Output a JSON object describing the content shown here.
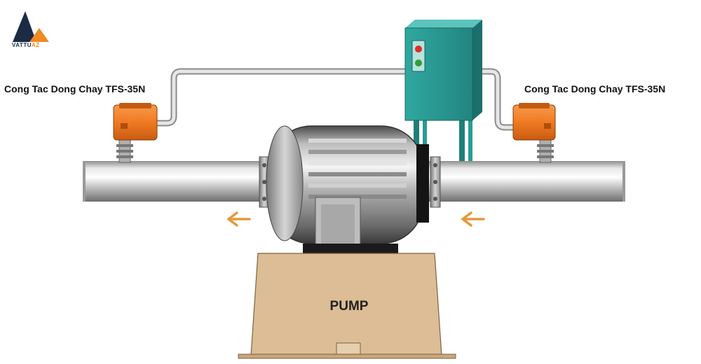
{
  "brand": {
    "name_main": "VATTU",
    "name_accent": "AZ",
    "colors": {
      "dark": "#1c2b45",
      "accent": "#f08a24"
    }
  },
  "labels": {
    "left_switch": "Cong Tac Dong Chay TFS-35N",
    "right_switch": "Cong Tac Dong Chay TFS-35N",
    "pump": "PUMP"
  },
  "icons": {
    "flow_arrows": [
      "arrow-left-icon",
      "arrow-left-icon"
    ],
    "indicator_lights": [
      "red-light-icon",
      "green-light-icon"
    ]
  },
  "colors": {
    "switch_body": "#f07a22",
    "control_box": "#2a9c95",
    "pump_base": "#dcbd95",
    "arrow": "#e39a3c",
    "pipe": "#c9c9c9"
  }
}
